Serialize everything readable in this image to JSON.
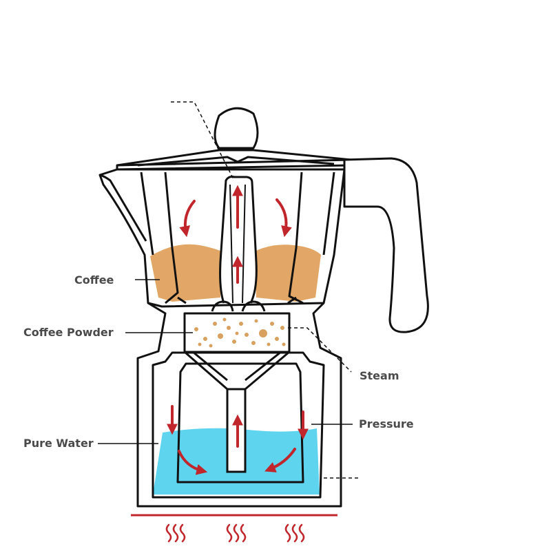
{
  "labels": {
    "coffee": "Coffee",
    "coffee_powder": "Coffee Powder",
    "steam": "Steam",
    "pressure": "Pressure",
    "pure_water": "Pure Water"
  },
  "colors": {
    "outline": "#111111",
    "coffee": "#e2a766",
    "water": "#5ed4ee",
    "arrow": "#c0262b",
    "heat": "#c0262b",
    "grounds": "#d9a15f",
    "label": "#4a4a4a"
  }
}
